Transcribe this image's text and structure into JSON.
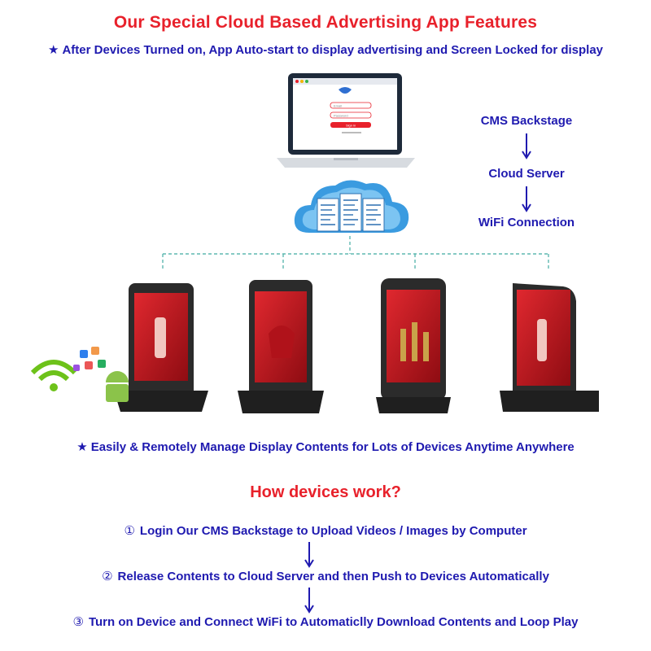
{
  "header": {
    "title": "Our Special Cloud Based Advertising App Features",
    "subtitle": "After Devices Turned on, App Auto-start to display advertising and Screen Locked for display",
    "star_icon": "★"
  },
  "flow": {
    "steps": [
      "CMS Backstage",
      "Cloud Server",
      "WiFi Connection"
    ]
  },
  "middle": {
    "text": "Easily & Remotely Manage Display Contents for Lots of Devices Anytime Anywhere"
  },
  "how": {
    "title": "How devices work?",
    "steps": [
      {
        "num": "①",
        "text": "Login Our CMS Backstage to Upload Videos / Images by Computer"
      },
      {
        "num": "②",
        "text": "Release Contents to Cloud Server and then Push to Devices Automatically"
      },
      {
        "num": "③",
        "text": "Turn on Device and Connect WiFi to Automaticlly Download Contents and Loop Play"
      }
    ]
  },
  "laptop_form": {
    "email_placeholder": "Email",
    "password_placeholder": "Password",
    "signin_label": "Sign in"
  },
  "colors": {
    "title_red": "#e8212b",
    "text_blue": "#1f1ab0",
    "screen_red": "#c4161c",
    "device_body": "#2b2b2b",
    "cloud_blue": "#3a9be0",
    "connector_teal": "#5fb8b0"
  },
  "icons": [
    "star-icon",
    "laptop-icon",
    "cloud-icon",
    "wifi-icon",
    "android-icon",
    "arrow-down-icon",
    "display-device-icon"
  ]
}
